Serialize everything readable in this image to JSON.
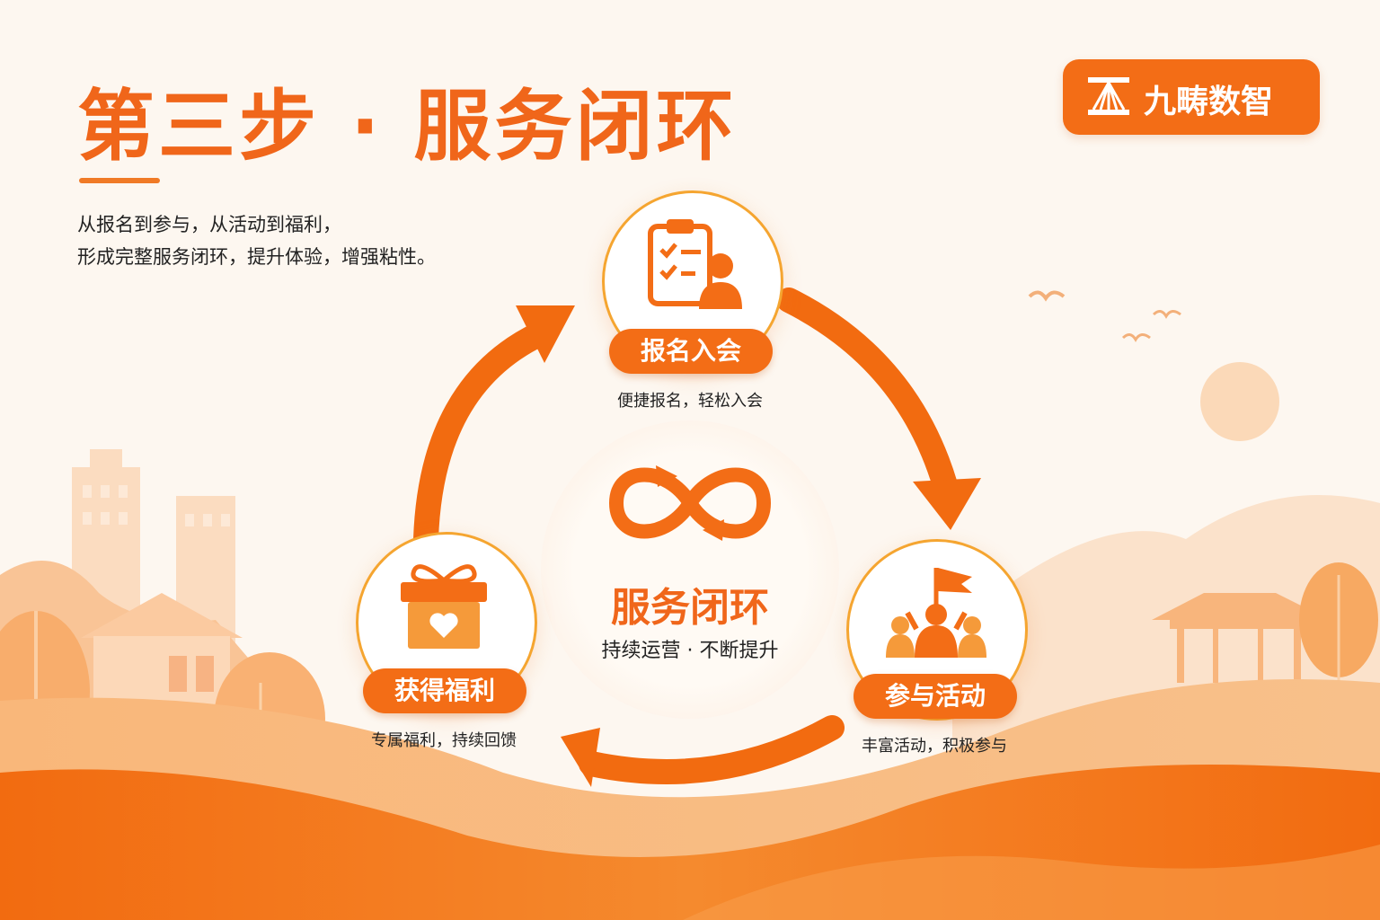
{
  "header": {
    "title": "第三步 · 服务闭环",
    "subtitle_lines": [
      "从报名到参与，从活动到福利，",
      "形成完整服务闭环，提升体验，增强粘性。"
    ]
  },
  "logo": {
    "text": "九畴数智"
  },
  "center": {
    "title": "服务闭环",
    "subtitle": "持续运营 · 不断提升",
    "icon": "infinity-loop-icon"
  },
  "steps": [
    {
      "label": "报名入会",
      "desc": "便捷报名，轻松入会",
      "icon": "clipboard-user-icon"
    },
    {
      "label": "参与活动",
      "desc": "丰富活动，积极参与",
      "icon": "flag-people-icon"
    },
    {
      "label": "获得福利",
      "desc": "专属福利，持续回馈",
      "icon": "gift-heart-icon"
    }
  ],
  "colors": {
    "accent": "#f36d16",
    "accent_light": "#f5a530",
    "background": "#fdf7f0"
  }
}
